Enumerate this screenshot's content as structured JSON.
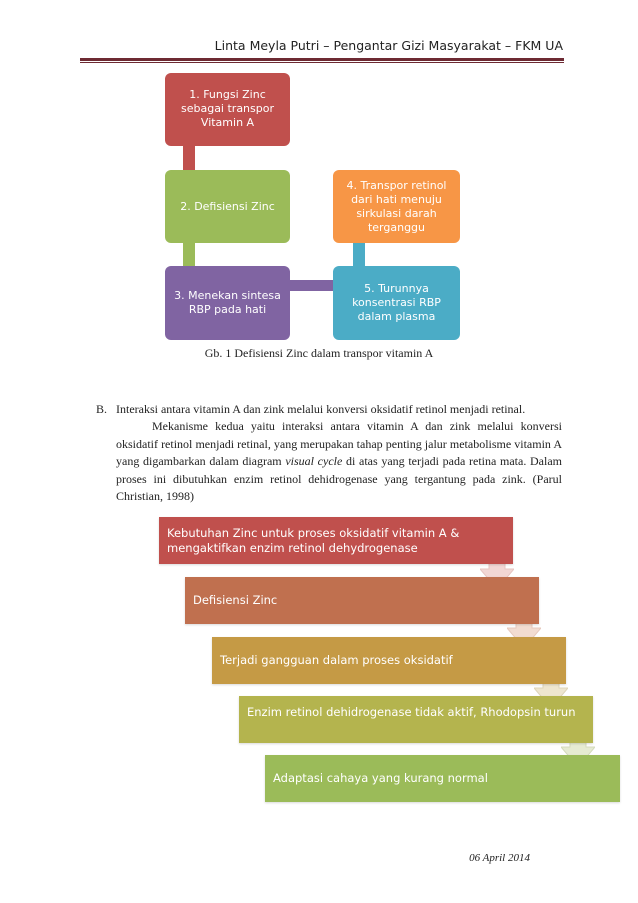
{
  "header": {
    "title": "Linta Meyla Putri – Pengantar Gizi Masyarakat – FKM UA"
  },
  "diagram1": {
    "box1": "1. Fungsi Zinc sebagai transpor Vitamin A",
    "box2": "2. Defisiensi Zinc",
    "box3": "3. Menekan sintesa RBP pada hati",
    "box4": "4. Transpor retinol dari hati menuju sirkulasi darah terganggu",
    "box5": "5. Turunnya konsentrasi RBP dalam plasma",
    "caption": "Gb. 1 Defisiensi Zinc dalam transpor vitamin A",
    "colors": {
      "box1": "#c0504d",
      "box2": "#9bbb59",
      "box3": "#8064a2",
      "box4": "#f79646",
      "box5": "#4bacc6"
    }
  },
  "section_b": {
    "label": "B.",
    "heading": "Interaksi antara vitamin A dan zink melalui konversi oksidatif retinol menjadi retinal.",
    "body_before": "Mekanisme kedua yaitu interaksi antara vitamin A dan zink melalui konversi oksidatif retinol menjadi retinal, yang merupakan tahap penting jalur metabolisme vitamin A yang digambarkan dalam diagram ",
    "body_italic": "visual cycle",
    "body_after": " di atas yang terjadi pada retina mata. Dalam proses ini dibutuhkan enzim retinol dehidrogenase yang tergantung pada zink. (Parul Christian, 1998)"
  },
  "diagram2": {
    "steps": [
      "Kebutuhan Zinc untuk proses oksidatif vitamin A & mengaktifkan enzim retinol dehydrogenase",
      "Defisiensi Zinc",
      "Terjadi gangguan dalam proses oksidatif",
      "Enzim retinol dehidrogenase tidak aktif, Rhodopsin turun",
      "Adaptasi cahaya yang kurang normal"
    ]
  },
  "footer": {
    "date": "06 April 2014"
  }
}
